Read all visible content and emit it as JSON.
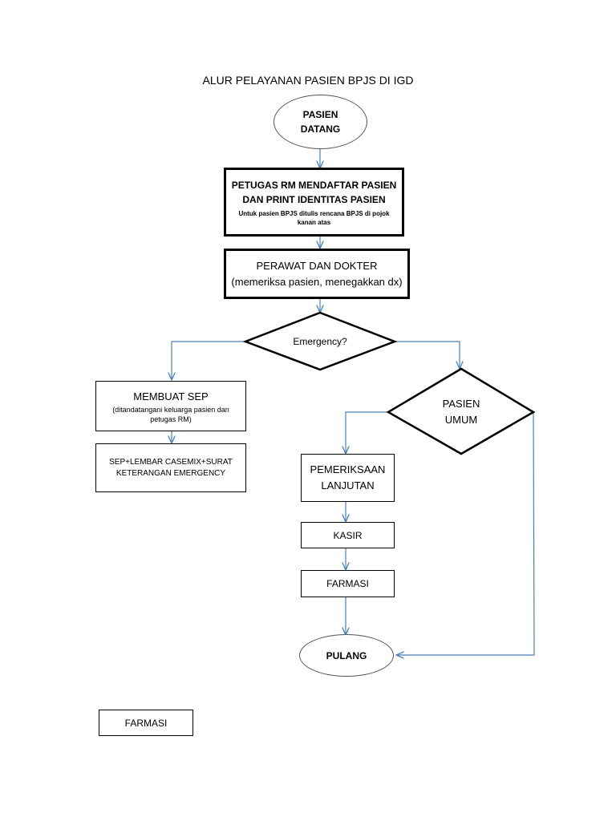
{
  "title": "ALUR PELAYANAN PASIEN BPJS DI IGD",
  "nodes": {
    "pasien_datang": {
      "line1": "PASIEN",
      "line2": "DATANG"
    },
    "petugas_rm": {
      "line1": "PETUGAS RM  MENDAFTAR PASIEN",
      "line2": "DAN PRINT IDENTITAS PASIEN",
      "note1": "Untuk pasien BPJS ditulis rencana BPJS di pojok",
      "note2": "kanan atas"
    },
    "perawat_dokter": {
      "line1": "PERAWAT DAN DOKTER",
      "line2": "(memeriksa pasien, menegakkan dx)"
    },
    "emergency": {
      "label": "Emergency?"
    },
    "membuat_sep": {
      "line1": "MEMBUAT SEP",
      "note1": "(ditandatangani keluarga pasien dan",
      "note2": "petugas RM)"
    },
    "sep_lembar": {
      "line1": "SEP+LEMBAR CASEMIX+SURAT",
      "line2": "KETERANGAN EMERGENCY"
    },
    "pasien_umum": {
      "line1": "PASIEN",
      "line2": "UMUM"
    },
    "pemeriksaan": {
      "line1": "PEMERIKSAAN",
      "line2": "LANJUTAN"
    },
    "kasir": {
      "label": "KASIR"
    },
    "farmasi": {
      "label": "FARMASI"
    },
    "pulang": {
      "label": "PULANG"
    },
    "farmasi_extra": {
      "label": "FARMASI"
    }
  },
  "colors": {
    "connector": "#4a7ebb",
    "border": "#000000"
  }
}
